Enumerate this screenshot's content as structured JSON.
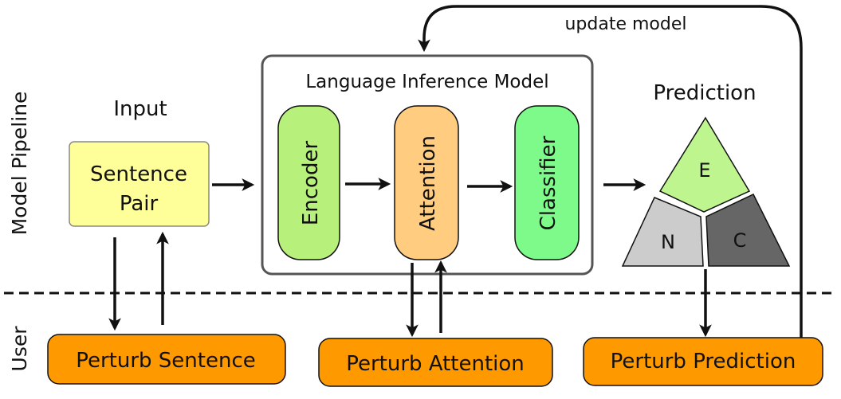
{
  "labels": {
    "model_pipeline": "Model Pipeline",
    "user": "User",
    "input": "Input",
    "sentence_line1": "Sentence",
    "sentence_line2": "Pair",
    "lim_title": "Language Inference Model",
    "encoder": "Encoder",
    "attention": "Attention",
    "classifier": "Classifier",
    "prediction": "Prediction",
    "pred_e": "E",
    "pred_n": "N",
    "pred_c": "C",
    "update_model": "update model",
    "perturb_sentence": "Perturb Sentence",
    "perturb_attention": "Perturb Attention",
    "perturb_prediction": "Perturb Prediction"
  },
  "colors": {
    "sentence_box": "#ffff99",
    "encoder": "#b8f07c",
    "attention": "#ffcc80",
    "classifier": "#7dfa8a",
    "pred_e": "#bff58f",
    "pred_n": "#cccccc",
    "pred_c": "#666666",
    "perturb": "#ff9900"
  }
}
